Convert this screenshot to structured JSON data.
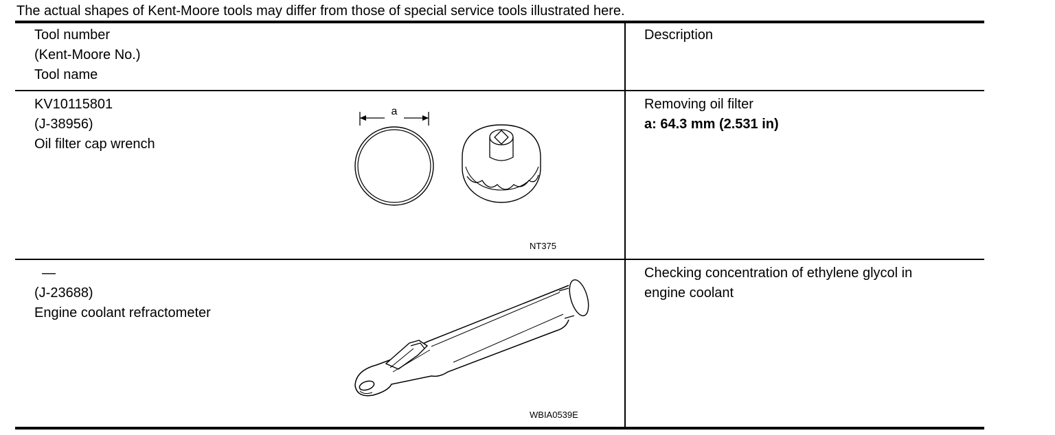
{
  "note": "The actual shapes of Kent-Moore tools may differ from those of special service tools illustrated here.",
  "header": {
    "col1": [
      "Tool number",
      "(Kent-Moore No.)",
      "Tool name"
    ],
    "col2": "Description"
  },
  "rows": [
    {
      "tool_number": "KV10115801",
      "kent_moore": "(J-38956)",
      "tool_name": "Oil filter cap wrench",
      "description": "Removing oil filter",
      "spec": "a: 64.3 mm (2.531 in)",
      "dim_label": "a",
      "figure_code": "NT375",
      "figure_icon": "oil-filter-cap-wrench-illustration"
    },
    {
      "tool_number": "—",
      "kent_moore": "(J-23688)",
      "tool_name": "Engine coolant refractometer",
      "description_lines": [
        "Checking concentration of ethylene glycol in",
        "engine coolant"
      ],
      "figure_code": "WBIA0539E",
      "figure_icon": "refractometer-illustration"
    }
  ]
}
